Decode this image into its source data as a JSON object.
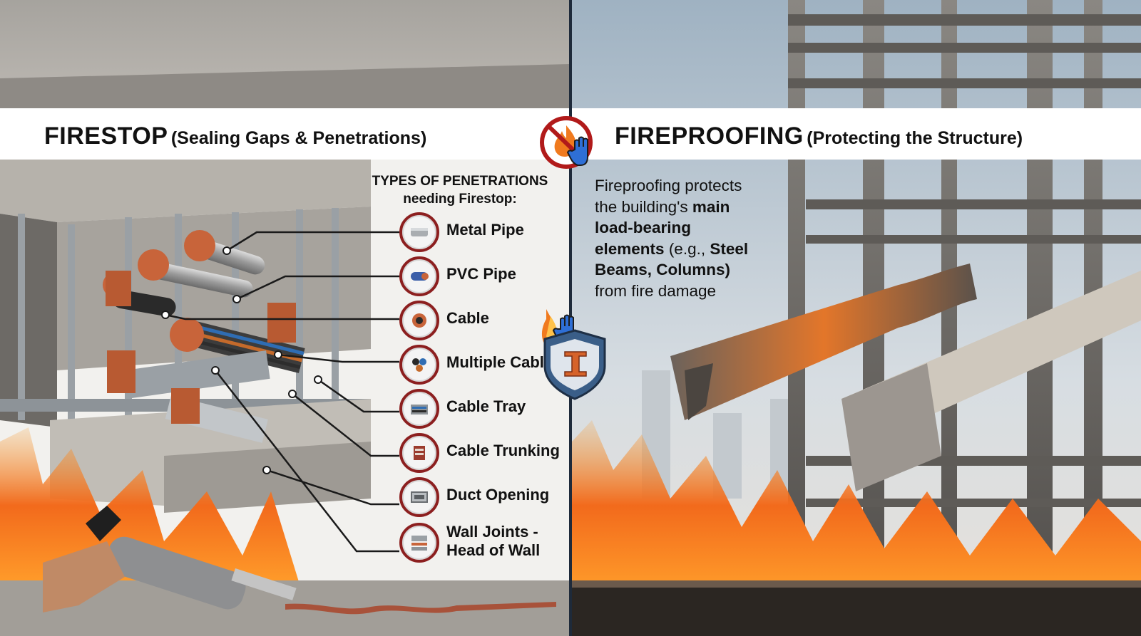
{
  "left_title": {
    "main": "FIRESTOP",
    "sub": "(Sealing Gaps & Penetrations)"
  },
  "right_title": {
    "main": "FIREPROOFING",
    "sub": "(Protecting the Structure)"
  },
  "penetrations": {
    "heading_line1": "TYPES OF PENETRATIONS",
    "heading_line2": "needing Firestop:",
    "items": [
      {
        "label": "Metal Pipe",
        "icon": "metal-pipe-icon"
      },
      {
        "label": "PVC Pipe",
        "icon": "pvc-pipe-icon"
      },
      {
        "label": "Cable",
        "icon": "cable-icon"
      },
      {
        "label": "Multiple Cable",
        "icon": "multiple-cable-icon"
      },
      {
        "label": "Cable Tray",
        "icon": "cable-tray-icon"
      },
      {
        "label": "Cable Trunking",
        "icon": "cable-trunking-icon"
      },
      {
        "label": "Duct Opening",
        "icon": "duct-opening-icon"
      },
      {
        "label": "Wall Joints -",
        "label2": "Head of Wall",
        "icon": "wall-joint-icon"
      }
    ]
  },
  "fireproofing": {
    "t1": "Fireproofing protects",
    "t2": "the building's ",
    "t3": "main",
    "t4": "load-bearing",
    "t5": "elements",
    "t6": " (e.g., ",
    "t7": "Steel",
    "t8": "Beams, Columns)",
    "t9": "from fire damage"
  },
  "colors": {
    "accent_red": "#8c1f1f",
    "sealant_orange": "#c8643a",
    "fire_orange": "#f07a1e",
    "divider": "#1e2a3a"
  }
}
